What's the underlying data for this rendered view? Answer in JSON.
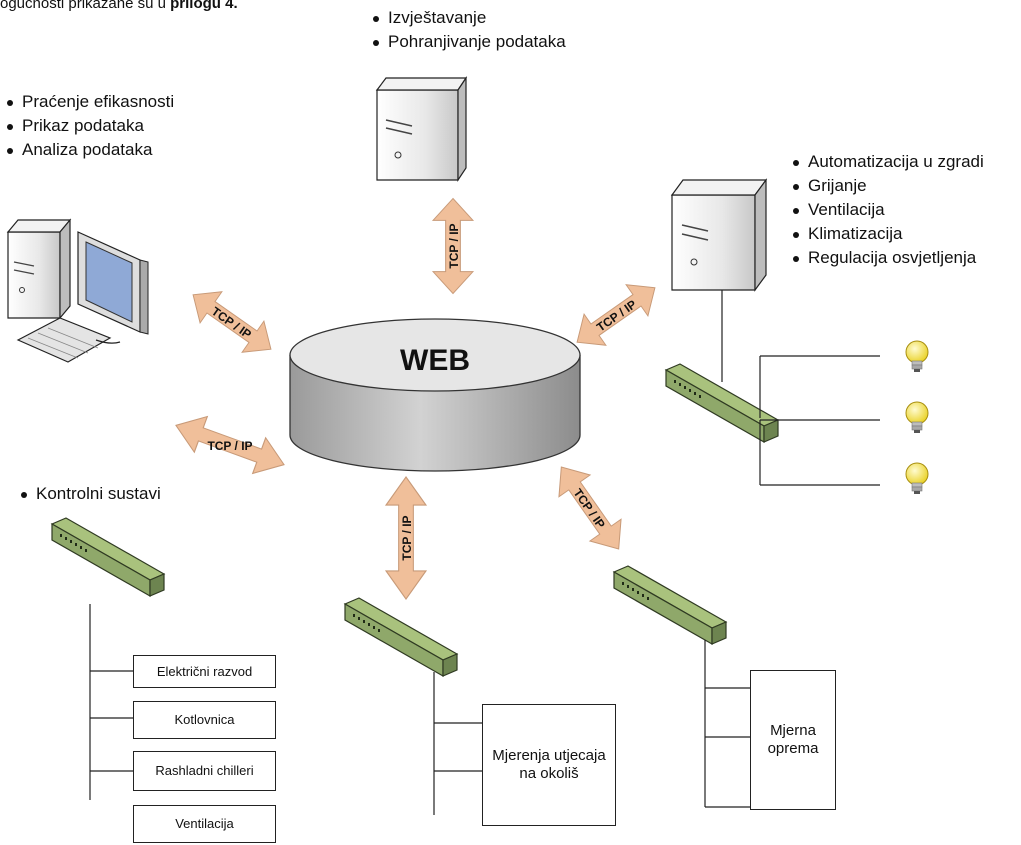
{
  "caption": {
    "text": "ogućnosti prikazane su u ",
    "bold": "prilogu 4."
  },
  "web_label": "WEB",
  "protocol_label": "TCP / IP",
  "bullets": {
    "top_server": [
      "Izvještavanje",
      "Pohranjivanje podataka"
    ],
    "left_pc": [
      "Praćenje efikasnosti",
      "Prikaz podataka",
      "Analiza podataka"
    ],
    "right_server": [
      "Automatizacija u zgradi",
      "Grijanje",
      "Ventilacija",
      "Klimatizacija",
      "Regulacija osvjetljenja"
    ],
    "control": [
      "Kontrolni sustavi"
    ]
  },
  "control_boxes": [
    "Električni razvod",
    "Kotlovnica",
    "Rashladni chilleri",
    "Ventilacija"
  ],
  "env_box": "Mjerenja utjecaja na okoliš",
  "equip_box": "Mjerna oprema",
  "icons": [
    "server-icon",
    "computer-icon",
    "switch-icon",
    "lightbulb-icon",
    "double-arrow-icon"
  ],
  "colors": {
    "arrow": "#f0bf9a",
    "switch": "#8fa86a",
    "cylinder": "#b8b8b8",
    "bulb": "#f3e23a"
  }
}
